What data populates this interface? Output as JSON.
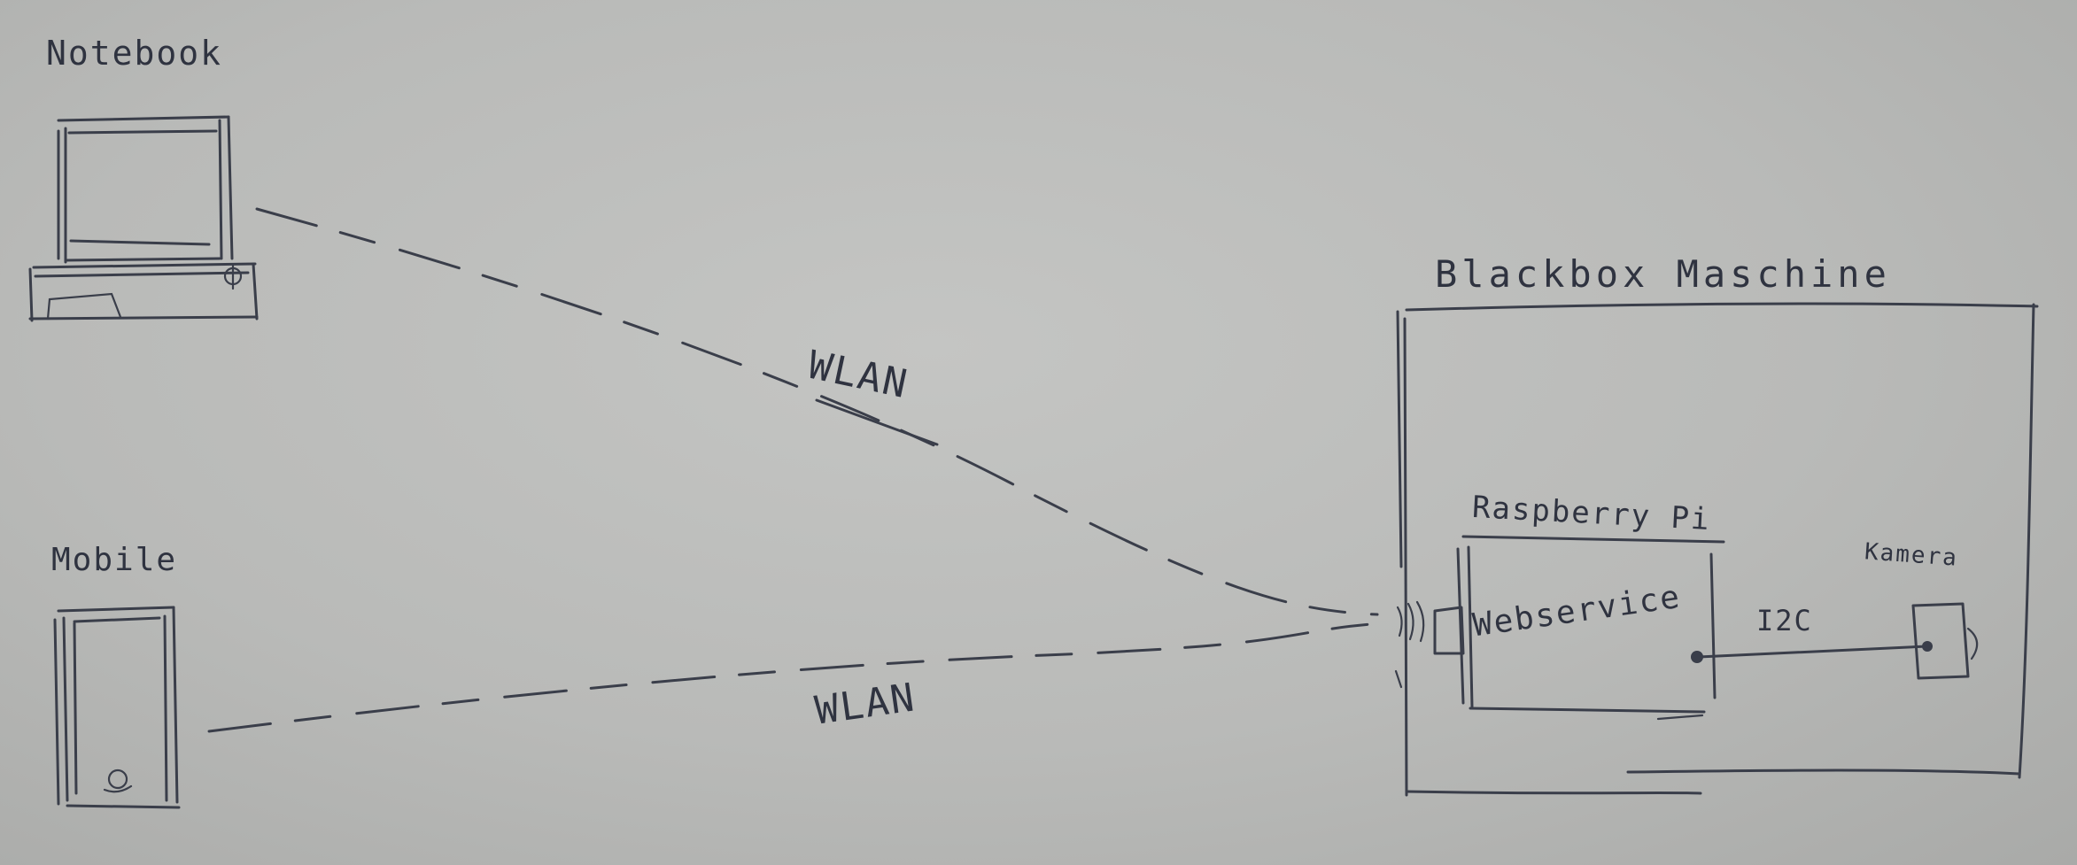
{
  "diagram": {
    "title": "",
    "nodes": {
      "notebook": "Notebook",
      "mobile": "Mobile",
      "blackbox": "Blackbox Maschine",
      "raspberry": "Raspberry Pi",
      "webservice": "Webservice",
      "kamera": "Kamera"
    },
    "edges": {
      "notebook_link": "WLAN",
      "mobile_link": "WLAN",
      "camera_link": "I2C"
    },
    "ink_color": "#3a3e4a",
    "paper_color": "#bdbebc"
  }
}
